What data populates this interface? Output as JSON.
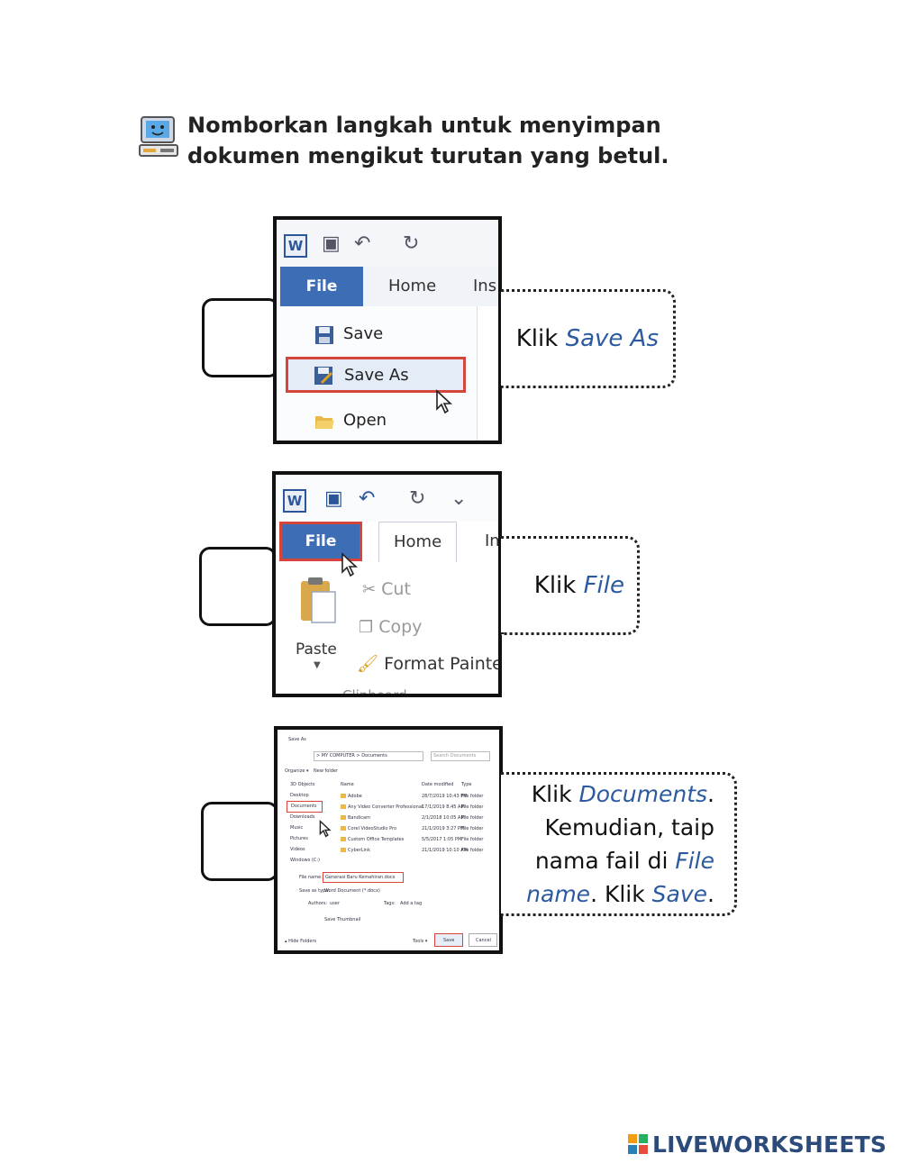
{
  "instruction": "Nomborkan langkah untuk menyimpan dokumen mengikut turutan yang betul.",
  "steps": [
    {
      "callout_prefix": "Klik ",
      "callout_em": "Save As",
      "shot": {
        "file_tab": "File",
        "tabs": [
          "Home",
          "Ins"
        ],
        "menu": [
          "Save",
          "Save As",
          "Open"
        ]
      }
    },
    {
      "callout_prefix": "Klik ",
      "callout_em": "File",
      "shot": {
        "file_tab": "File",
        "tabs": [
          "Home",
          "In"
        ],
        "clipboard": [
          "Cut",
          "Copy",
          "Format Painte"
        ],
        "paste": "Paste",
        "group": "Clipboard"
      }
    },
    {
      "callout_lines": [
        {
          "prefix": "Klik ",
          "em": "Documents",
          "suffix": "."
        },
        {
          "prefix": "Kemudian, taip",
          "em": "",
          "suffix": ""
        },
        {
          "prefix": "nama fail di ",
          "em": "File",
          "suffix": ""
        },
        {
          "prefix": "",
          "em": "name",
          "suffix": ". Klik "
        },
        {
          "prefix": "",
          "em": "Save",
          "suffix": "."
        }
      ],
      "shot": {
        "title": "Save As",
        "path": "> MY COMPUTER > Documents",
        "search": "Search Documents",
        "organize": "Organize ▾",
        "new_folder": "New folder",
        "sidebar": [
          "3D Objects",
          "Desktop",
          "Documents",
          "Downloads",
          "Music",
          "Pictures",
          "Videos",
          "Windows (C:)"
        ],
        "columns": [
          "Name",
          "Date modified",
          "Type"
        ],
        "files": [
          {
            "name": "Adobe",
            "date": "28/7/2019 10:43 PM",
            "type": "File folder"
          },
          {
            "name": "Any Video Converter Professional",
            "date": "17/1/2019 8:45 AM",
            "type": "File folder"
          },
          {
            "name": "Bandicam",
            "date": "2/1/2018 10:05 AM",
            "type": "File folder"
          },
          {
            "name": "Corel VideoStudio Pro",
            "date": "21/1/2019 3:27 PM",
            "type": "File folder"
          },
          {
            "name": "Custom Office Templates",
            "date": "5/5/2017 1:05 PM",
            "type": "File folder"
          },
          {
            "name": "CyberLink",
            "date": "21/1/2019 10:10 AM",
            "type": "File folder"
          }
        ],
        "filename_label": "File name:",
        "filename_value": "Generasi Baru Kemahiran.docx",
        "savetype_label": "Save as type:",
        "savetype_value": "Word Document (*.docx)",
        "authors_label": "Authors:",
        "authors_value": "user",
        "tags_label": "Tags:",
        "tags_value": "Add a tag",
        "thumb_label": "Save Thumbnail",
        "hide_folders": "▴ Hide Folders",
        "tools": "Tools ▾",
        "save_btn": "Save",
        "cancel_btn": "Cancel"
      }
    }
  ],
  "brand": "LIVEWORKSHEETS"
}
